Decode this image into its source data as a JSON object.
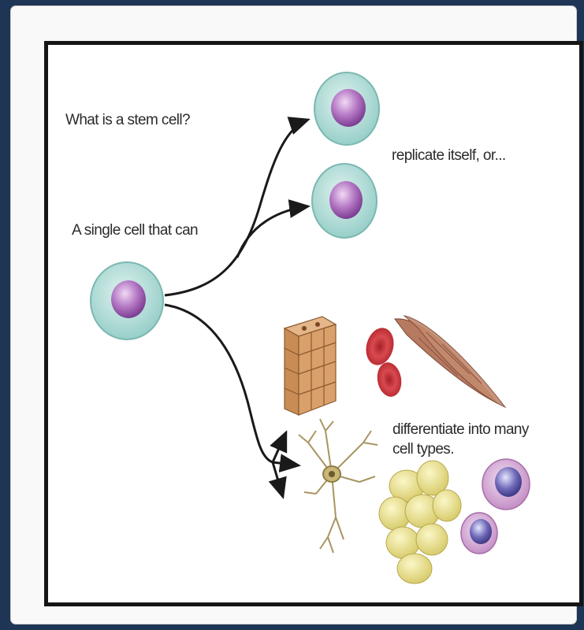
{
  "diagram": {
    "question": "What is a stem cell?",
    "intro": "A single cell that can",
    "replicate_label": "replicate itself, or...",
    "differentiate_line1": "differentiate into many",
    "differentiate_line2": "cell types."
  },
  "colors": {
    "page_bg": "#1f3556",
    "frame_border": "#151515",
    "stem_cell_body": "#a9d9d4",
    "nucleus": "#9d5bb0",
    "arrow": "#1a1a1a",
    "red_blood_cell": "#c8323a",
    "muscle_fiber": "#b67a60",
    "epithelial": "#c98c55",
    "neuron": "#a89560",
    "fat_cell": "#ece38e",
    "immune_cell": "#c796c8"
  }
}
